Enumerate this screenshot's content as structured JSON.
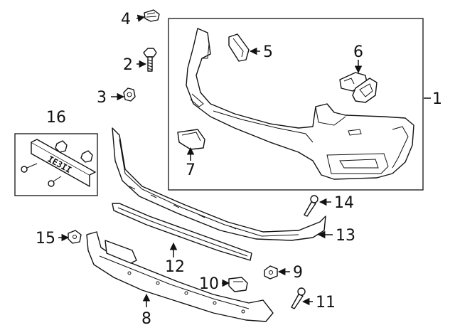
{
  "callouts": {
    "c1": "1",
    "c2": "2",
    "c3": "3",
    "c4": "4",
    "c5": "5",
    "c6": "6",
    "c7": "7",
    "c8": "8",
    "c9": "9",
    "c10": "10",
    "c11": "11",
    "c12": "12",
    "c13": "13",
    "c14": "14",
    "c15": "15",
    "c16": "16"
  },
  "plate_text": "IE3II"
}
